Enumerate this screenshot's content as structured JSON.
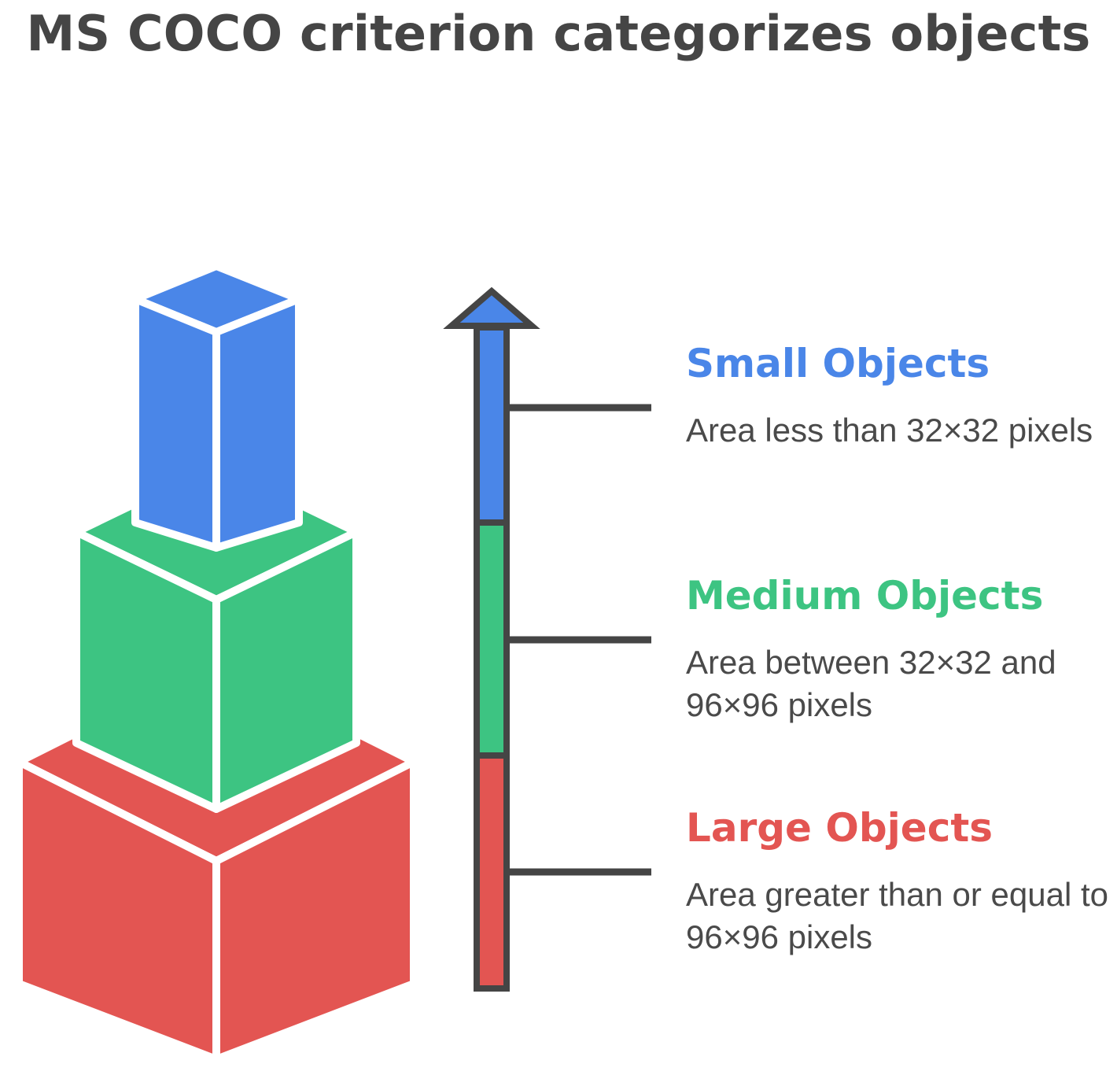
{
  "title": "MS COCO criterion categorizes objects",
  "colors": {
    "small": "#4a86e8",
    "medium": "#3dc482",
    "large": "#e35552",
    "outline": "#454545",
    "text": "#4a4a4a"
  },
  "categories": [
    {
      "key": "small",
      "label": "Small Objects",
      "description": "Area less than 32×32 pixels"
    },
    {
      "key": "medium",
      "label": "Medium Objects",
      "description": "Area between 32×32 and 96×96 pixels"
    },
    {
      "key": "large",
      "label": "Large Objects",
      "description": "Area greater than or equal to 96×96 pixels"
    }
  ]
}
